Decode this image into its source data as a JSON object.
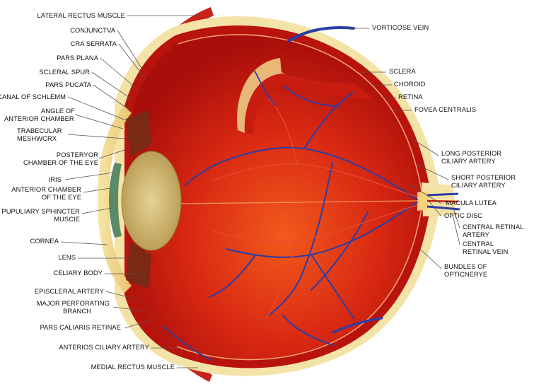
{
  "labels_left": [
    {
      "lines": [
        "LATERAL RECTUS MUSCLE"
      ]
    },
    {
      "lines": [
        "CONJUNCTVA"
      ]
    },
    {
      "lines": [
        "CRA SERRATA"
      ]
    },
    {
      "lines": [
        "PARS PLANA"
      ]
    },
    {
      "lines": [
        "SCLERAL SPUR"
      ]
    },
    {
      "lines": [
        "PARS PUCATA"
      ]
    },
    {
      "lines": [
        "CANAL OF SCHLEMM"
      ]
    },
    {
      "lines": [
        "ANGLE OF",
        "ANTERIOR CHAMBER"
      ]
    },
    {
      "lines": [
        "TRABECULAR",
        "MESHWCRX"
      ]
    },
    {
      "lines": [
        "POSTERYOR",
        "CHAMBER OF THE EYE"
      ]
    },
    {
      "lines": [
        "IRIS"
      ]
    },
    {
      "lines": [
        "ANTERIOR CHAMBER",
        "OF THE EYE"
      ]
    },
    {
      "lines": [
        "PUPULIARY SPHINCTER",
        "MUSCIE"
      ]
    },
    {
      "lines": [
        "CORNEA"
      ]
    },
    {
      "lines": [
        "LENS"
      ]
    },
    {
      "lines": [
        "CELIARY BODY"
      ]
    },
    {
      "lines": [
        "EPISCLERAL  ARTERY"
      ]
    },
    {
      "lines": [
        "MAJOR PERFORATING",
        "BRANCH"
      ]
    },
    {
      "lines": [
        "PARS CALIARIS RETINAE"
      ]
    },
    {
      "lines": [
        "ANTERIOS CILIARY ARTERY"
      ]
    },
    {
      "lines": [
        "MEDIAL RECTUS MUSCLE"
      ]
    }
  ],
  "labels_right": [
    {
      "lines": [
        "VORTICOSE VEIN"
      ]
    },
    {
      "lines": [
        "SCLERA"
      ]
    },
    {
      "lines": [
        "CHOROID"
      ]
    },
    {
      "lines": [
        "RETINA"
      ]
    },
    {
      "lines": [
        "FOVEA CENTRALIS"
      ]
    },
    {
      "lines": [
        "LONG POSTERIOR",
        "CILIARY ARTERY"
      ]
    },
    {
      "lines": [
        "SHORT POSTERIOR",
        "CILIARY ARTERY"
      ]
    },
    {
      "lines": [
        "MACULA LUTEA"
      ]
    },
    {
      "lines": [
        "OPTIC DISC"
      ]
    },
    {
      "lines": [
        "CENTRAL RETINAL",
        "ARTERY"
      ]
    },
    {
      "lines": [
        "CENTRAL",
        "RETINAL VEIN"
      ]
    },
    {
      "lines": [
        "BUNDLES OF",
        "OPTICNERYE"
      ]
    }
  ],
  "colors": {
    "sclera": "#f3e2a8",
    "choroid": "#c81810",
    "retina_interior": "#d42a12",
    "lens": "#d8c27a",
    "vein": "#2a3ea8",
    "leader_line": "#555555"
  }
}
